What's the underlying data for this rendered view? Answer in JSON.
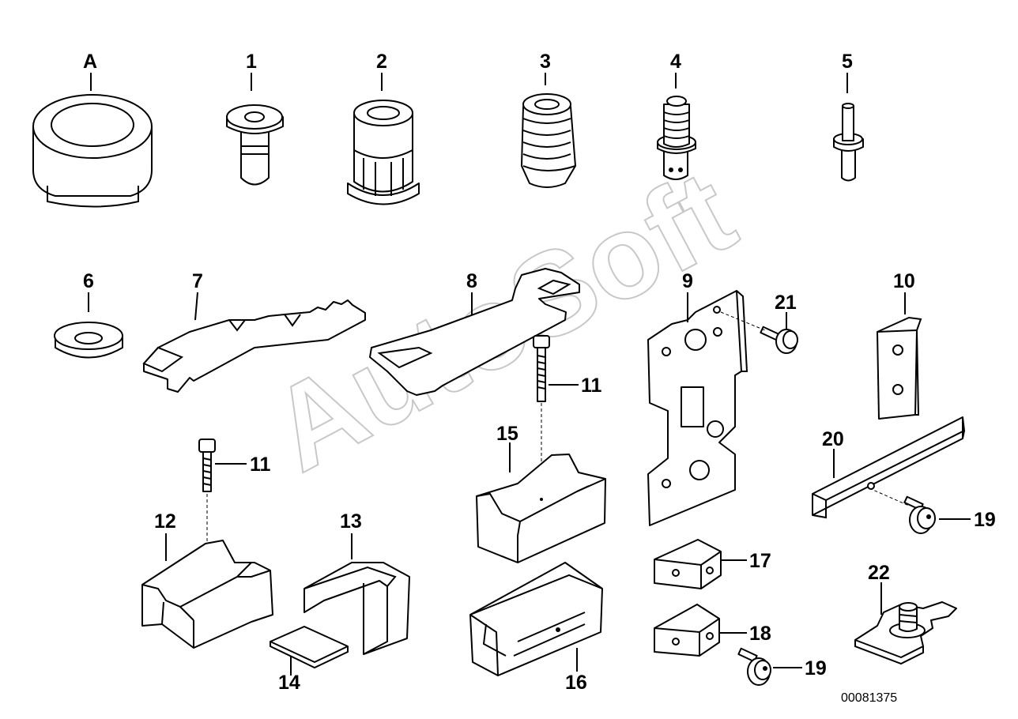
{
  "watermark": "AutoSoft",
  "reference_number": "00081375",
  "callouts": {
    "A": "A",
    "c1": "1",
    "c2": "2",
    "c3": "3",
    "c4": "4",
    "c5": "5",
    "c6": "6",
    "c7": "7",
    "c8": "8",
    "c9": "9",
    "c10": "10",
    "c11a": "11",
    "c11b": "11",
    "c12": "12",
    "c13": "13",
    "c14": "14",
    "c15": "15",
    "c16": "16",
    "c17": "17",
    "c18": "18",
    "c19a": "19",
    "c19b": "19",
    "c20": "20",
    "c21": "21",
    "c22": "22"
  }
}
